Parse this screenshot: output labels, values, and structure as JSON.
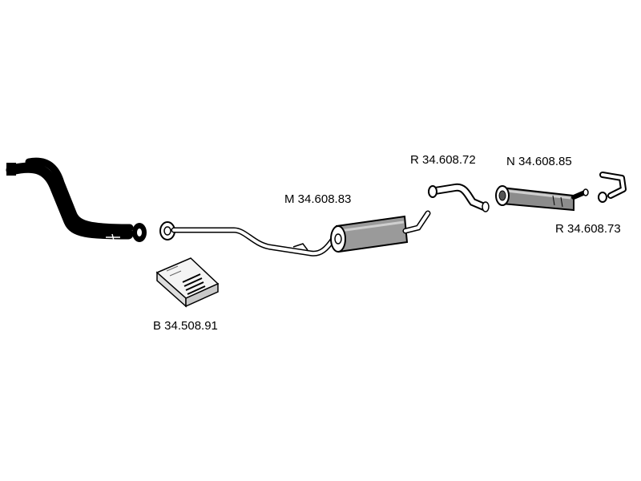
{
  "parts": [
    {
      "code": "M 34.608.83",
      "kind": "middle-silencer"
    },
    {
      "code": "R 34.608.72",
      "kind": "connecting-pipe"
    },
    {
      "code": "N 34.608.85",
      "kind": "rear-silencer"
    },
    {
      "code": "R 34.608.73",
      "kind": "tail-pipe"
    },
    {
      "code": "B 34.508.91",
      "kind": "mounting-kit"
    }
  ],
  "colors": {
    "ink": "#000000",
    "paper": "#ffffff"
  }
}
